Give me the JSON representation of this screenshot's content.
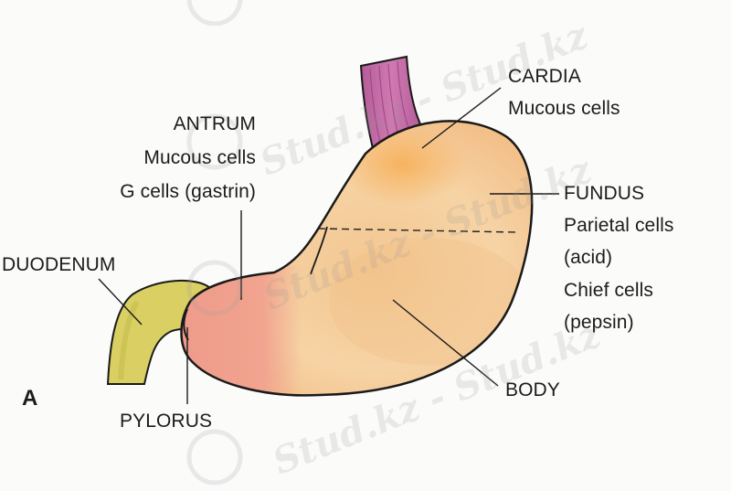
{
  "figure": {
    "panel_letter": "A",
    "labels": {
      "cardia_title": "CARDIA",
      "cardia_cells": "Mucous cells",
      "antrum_title": "ANTRUM",
      "antrum_cells_1": "Mucous cells",
      "antrum_cells_2": "G cells (gastrin)",
      "fundus_title": "FUNDUS",
      "fundus_cells_1": "Parietal cells",
      "fundus_cells_2": "(acid)",
      "fundus_cells_3": "Chief cells",
      "fundus_cells_4": "(pepsin)",
      "duodenum_title": "DUODENUM",
      "pylorus_title": "PYLORUS",
      "body_title": "BODY"
    },
    "colors": {
      "esophagus": "#c46aa6",
      "stomach": "#f5cf9e",
      "antrum": "#ef9d8d",
      "cardia_glow": "#f7b566",
      "duodenum": "#d8ce63",
      "outline": "#1a1a1a"
    }
  },
  "watermark": {
    "text": "Stud.kz - Stud.kz"
  }
}
